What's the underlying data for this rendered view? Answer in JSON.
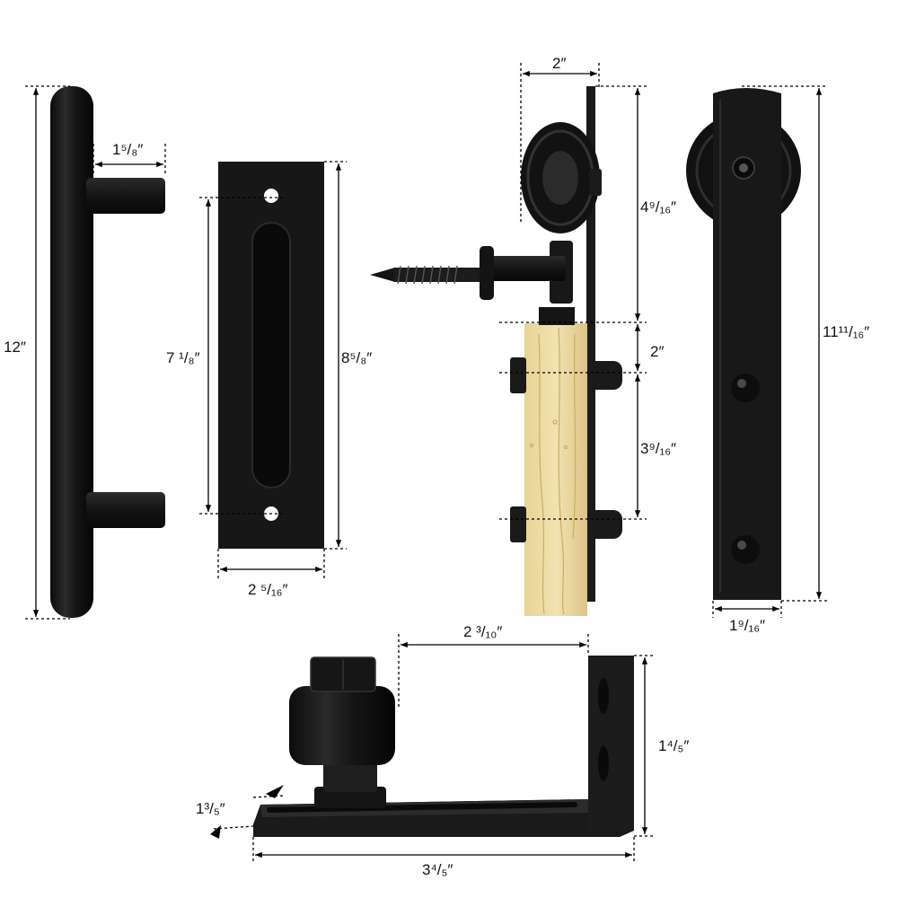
{
  "colors": {
    "background": "#ffffff",
    "hardware": "#161616",
    "hardware_highlight": "#3a3a3a",
    "wood": "#ecd9a0",
    "wood_grain": "#c9ad68",
    "dimension_line": "#000000"
  },
  "handle": {
    "name": "door-pull-handle",
    "dims": {
      "length": "12″",
      "standoff": "1⁵/₈″"
    }
  },
  "plate": {
    "name": "flush-pull-plate",
    "dims": {
      "hole_spacing": "7 ¹/₈″",
      "height": "8⁵/₈″",
      "width": "2 ⁵/₁₆″"
    }
  },
  "side_view": {
    "name": "roller-hanger-side-view",
    "dims": {
      "depth": "2″",
      "upper": "4⁹/₁₆″",
      "gap": "2″",
      "bolt_spacing": "3⁹/₁₆″"
    }
  },
  "hanger": {
    "name": "hanger-strap-front-view",
    "dims": {
      "height": "11¹¹/₁₆″",
      "width": "1⁹/₁₆″"
    }
  },
  "floor_guide": {
    "name": "floor-guide",
    "dims": {
      "roller_offset": "2 ³/₁₀″",
      "bracket_height": "1⁴/₅″",
      "base_thickness": "1³/₅″",
      "length": "3⁴/₅″"
    }
  }
}
